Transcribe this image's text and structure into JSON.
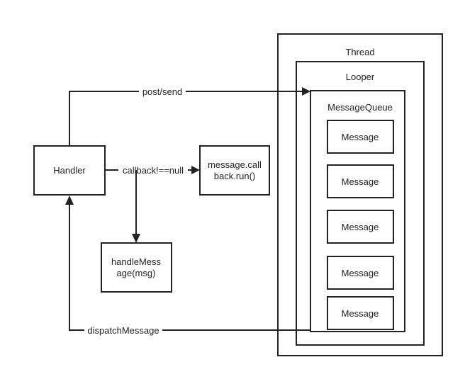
{
  "containers": {
    "thread": "Thread",
    "looper": "Looper",
    "queue": "MessageQueue"
  },
  "nodes": {
    "handler": "Handler",
    "callback_run_line1": "message.call",
    "callback_run_line2": "back.run()",
    "handle_message_line1": "handleMess",
    "handle_message_line2": "age(msg)"
  },
  "queue_messages": [
    "Message",
    "Message",
    "Message",
    "Message",
    "Message"
  ],
  "edges": {
    "post_send": "post/send",
    "callback_check": "callback!==null",
    "dispatch": "dispatchMessage"
  }
}
